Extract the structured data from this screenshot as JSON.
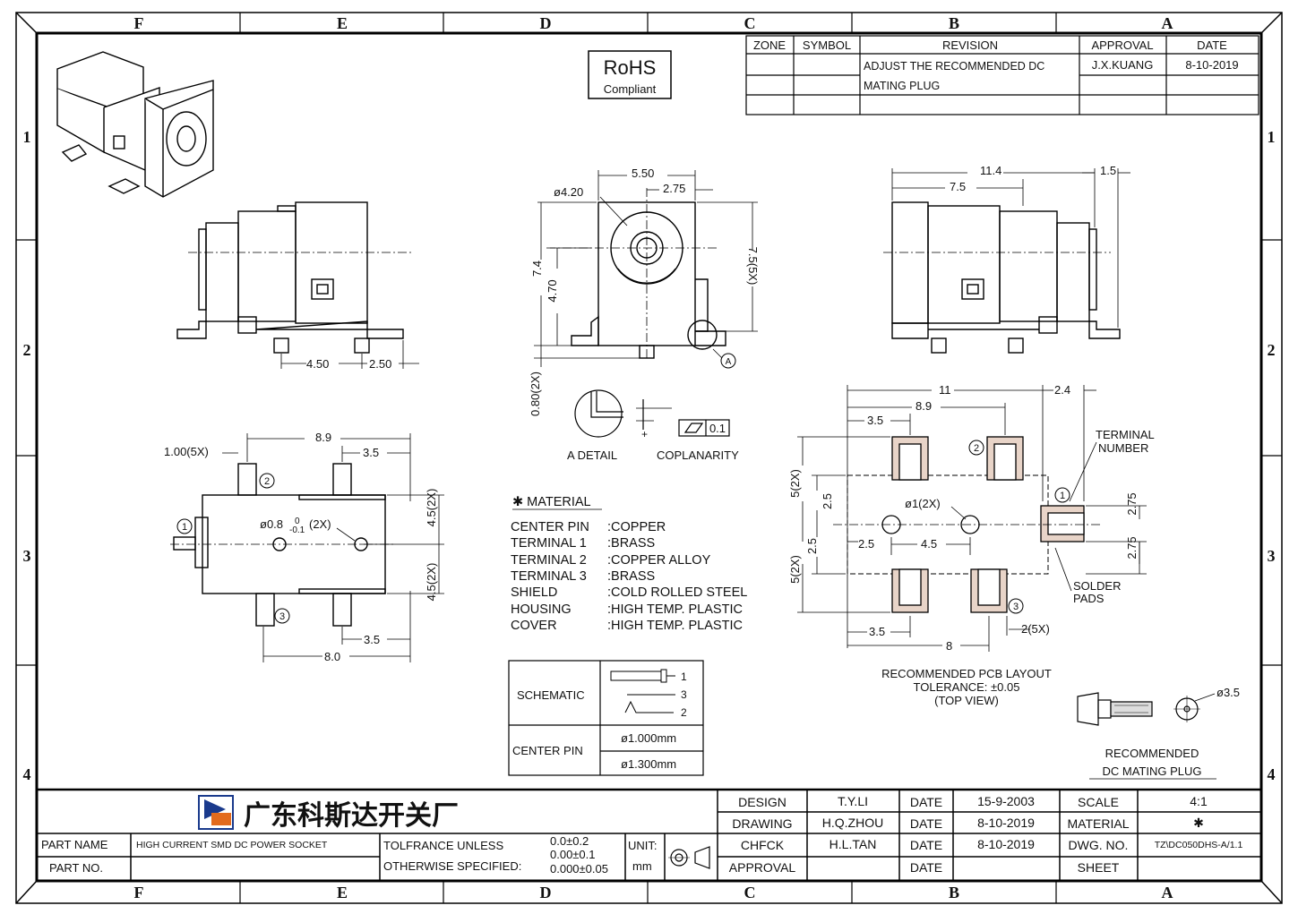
{
  "zones": {
    "columns": [
      "F",
      "E",
      "D",
      "C",
      "B",
      "A"
    ],
    "rows": [
      "1",
      "2",
      "3",
      "4"
    ]
  },
  "rohs": {
    "line1": "RoHS",
    "line2": "Compliant"
  },
  "revision_table": {
    "headers": [
      "ZONE",
      "SYMBOL",
      "REVISION",
      "APPROVAL",
      "DATE"
    ],
    "rows": [
      {
        "revision_line1": "ADJUST THE RECOMMENDED DC",
        "revision_line2": "MATING PLUG",
        "approval": "J.X.KUANG",
        "date": "8-10-2019"
      }
    ]
  },
  "dims": {
    "side_left": {
      "d1": "4.50",
      "d2": "2.50"
    },
    "front": {
      "w1": "5.50",
      "w2": "2.75",
      "dia": "ø4.20",
      "h1": "7.4",
      "h2": "4.70",
      "h3": "7.5(5X)",
      "h4": "0.80(2X)",
      "datum": "A"
    },
    "side_right": {
      "w1": "11.4",
      "w2": "7.5",
      "w3": "1.5"
    },
    "detail": {
      "label1": "A DETAIL",
      "label2": "COPLANARITY",
      "tol": "0.1"
    },
    "bottom": {
      "d_top": "8.9",
      "d_pin": "1.00(5X)",
      "d_35a": "3.5",
      "d_hole": "ø0.8",
      "d_hole_tol_up": "0",
      "d_hole_tol_dn": "-0.1",
      "d_hole_qty": "(2X)",
      "d_45a": "4.5(2X)",
      "d_45b": "4.5(2X)",
      "d_35b": "3.5",
      "d_bot": "8.0",
      "pin1": "1",
      "pin2": "2",
      "pin3": "3"
    },
    "pcb": {
      "d11": "11",
      "d24": "2.4",
      "d89": "8.9",
      "d35": "3.5",
      "d5a": "5(2X)",
      "d25a": "2.5",
      "d25b": "2.5",
      "d25c": "2.5",
      "d5b": "5(2X)",
      "d275a": "2.75",
      "d275b": "2.75",
      "dhole": "ø1(2X)",
      "d45": "4.5",
      "d35b": "3.5",
      "d8": "8",
      "d2": "2(5X)",
      "terminal": "TERMINAL",
      "number": "NUMBER",
      "solder": "SOLDER",
      "pads": "PADS",
      "title": "RECOMMENDED PCB LAYOUT",
      "tol": "TOLERANCE: ±0.05",
      "view": "(TOP VIEW)"
    }
  },
  "material": {
    "title": "✱ MATERIAL",
    "items": [
      {
        "part": "CENTER PIN",
        "mat": ":COPPER"
      },
      {
        "part": "TERMINAL 1",
        "mat": ":BRASS"
      },
      {
        "part": "TERMINAL 2",
        "mat": ":COPPER ALLOY"
      },
      {
        "part": "TERMINAL 3",
        "mat": ":BRASS"
      },
      {
        "part": "SHIELD",
        "mat": ":COLD ROLLED STEEL"
      },
      {
        "part": "HOUSING",
        "mat": ":HIGH TEMP. PLASTIC"
      },
      {
        "part": "COVER",
        "mat": ":HIGH TEMP. PLASTIC"
      }
    ]
  },
  "schematic_table": {
    "schematic": "SCHEMATIC",
    "center_pin": "CENTER PIN",
    "pin1": "1",
    "pin3": "3",
    "pin2": "2",
    "dia1": "ø1.000mm",
    "dia2": "ø1.300mm"
  },
  "mating_plug": {
    "dia": "ø3.5",
    "line1": "RECOMMENDED",
    "line2": "DC MATING PLUG"
  },
  "title_block": {
    "company": "广东科斯达开关厂",
    "part_name_label": "PART NAME",
    "part_name": "HIGH CURRENT SMD DC POWER SOCKET",
    "part_no_label": "PART NO.",
    "tol_line1": "TOLFRANCE UNLESS",
    "tol_line2": "OTHERWISE SPECIFIED:",
    "tol_v1": "0.0±0.2",
    "tol_v2": "0.00±0.1",
    "tol_v3": "0.000±0.05",
    "unit_label": "UNIT:",
    "unit": "mm",
    "design_label": "DESIGN",
    "design": "T.Y.LI",
    "date_label": "DATE",
    "design_date": "15-9-2003",
    "drawing_label": "DRAWING",
    "drawing": "H.Q.ZHOU",
    "drawing_date": "8-10-2019",
    "check_label": "CHFCK",
    "check": "H.L.TAN",
    "check_date": "8-10-2019",
    "approval_label": "APPROVAL",
    "scale_label": "SCALE",
    "scale": "4:1",
    "material_label": "MATERIAL",
    "material": "✱",
    "dwg_label": "DWG. NO.",
    "dwg": "TZ\\DC050DHS-A/1.1",
    "sheet_label": "SHEET"
  }
}
